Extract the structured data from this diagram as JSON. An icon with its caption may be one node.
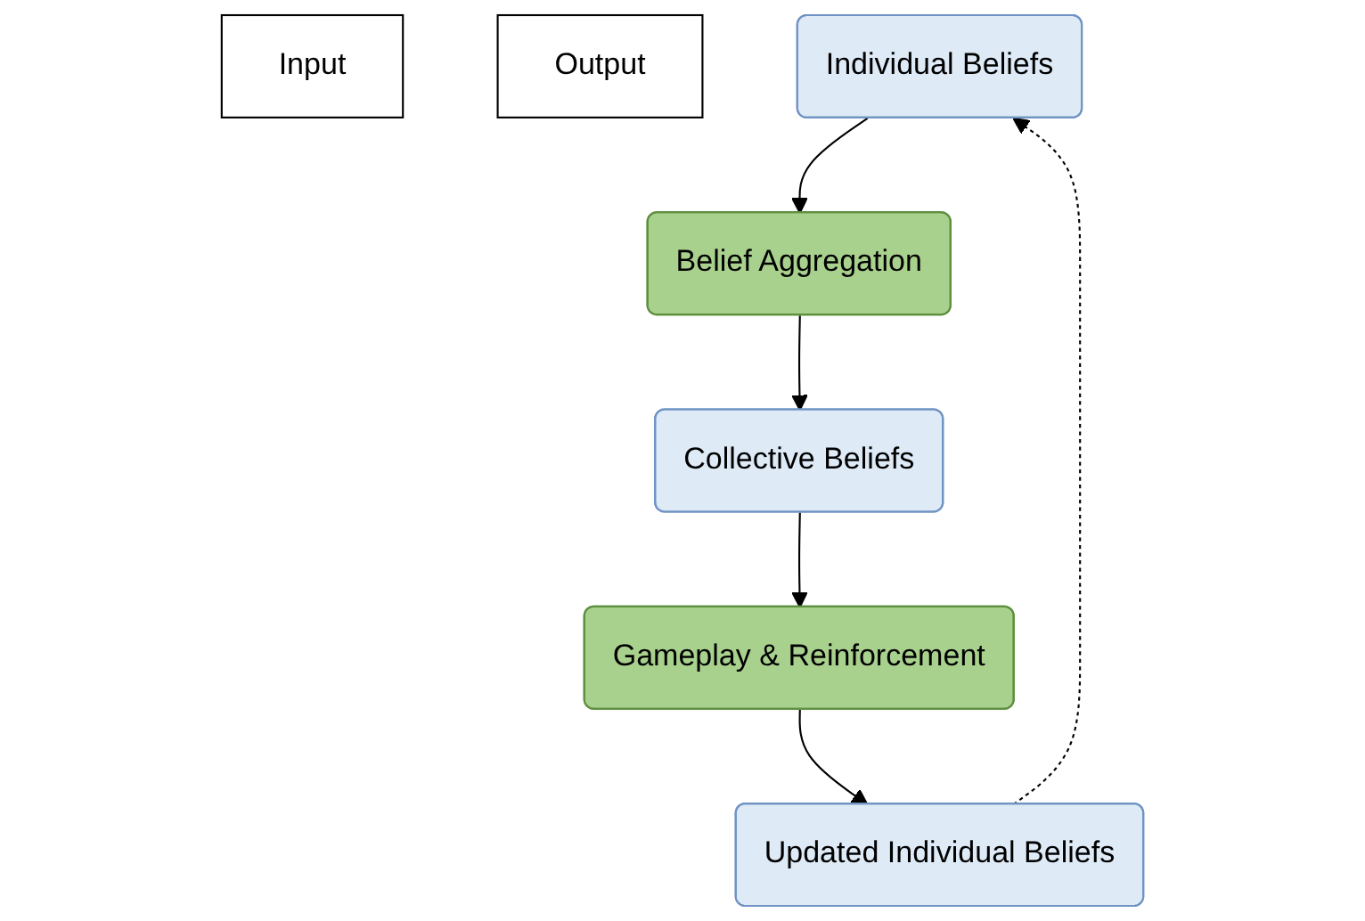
{
  "diagram": {
    "nodes": [
      {
        "text": [
          "Input"
        ]
      },
      {
        "text": [
          "Output"
        ]
      },
      {
        "text": [
          "Individual Beliefs"
        ]
      },
      {
        "text": [
          "Updated Individual Beliefs"
        ]
      },
      {
        "text": [
          "Belief Aggregation"
        ]
      },
      {
        "text": [
          "Gameplay & Reinforcement"
        ]
      },
      {
        "text": [
          "Collective Beliefs"
        ]
      }
    ],
    "edges": [
      {
        "from": 2,
        "to": 4,
        "arrow": "to"
      },
      {
        "from": 4,
        "to": 6,
        "arrow": "to"
      },
      {
        "from": 6,
        "to": 5,
        "arrow": "to"
      },
      {
        "from": 5,
        "to": 3,
        "arrow": "to"
      },
      {
        "from": 3,
        "to": 2,
        "arrow": "to",
        "style": "dashed"
      }
    ]
  }
}
